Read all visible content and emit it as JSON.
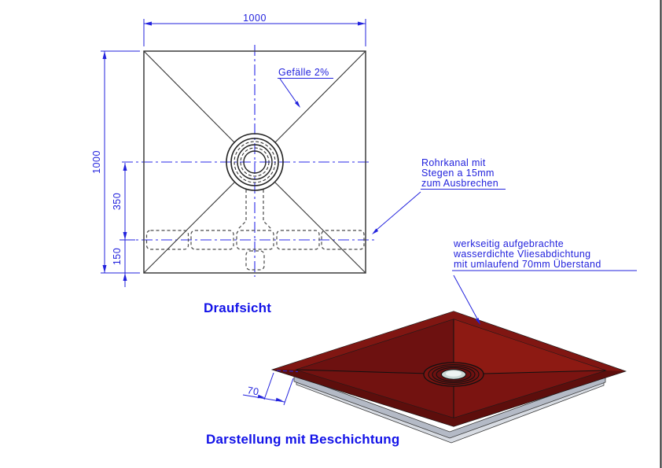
{
  "drawing": {
    "top_view": {
      "title": "Draufsicht",
      "dim_width": "1000",
      "dim_height": "1000",
      "dim_drain_to_channel": "350",
      "dim_channel_to_edge": "150",
      "label_slope": "Gefälle 2%",
      "label_channel_1": "Rohrkanal mit",
      "label_channel_2": "Stegen a 15mm",
      "label_channel_3": "zum Ausbrechen"
    },
    "iso_view": {
      "title": "Darstellung mit Beschichtung",
      "dim_overhang": "70",
      "label_coating_1": "werkseitig aufgebrachte",
      "label_coating_2": "wasserdichte Vliesabdichtung",
      "label_coating_3": "mit umlaufend 70mm Überstand"
    },
    "colors": {
      "annotation_blue": "#2222dd",
      "centerline_blue": "#2a2ae8",
      "title_blue": "#1212e8",
      "drawing_line_dark": "#3c3c3c",
      "coating_red": "#7c1410",
      "coating_red_dark": "#5d0e0c",
      "board_gray": "#b4bac6",
      "board_gray_light": "#d8dce3",
      "drain_cap": "#cbd9d6"
    }
  }
}
